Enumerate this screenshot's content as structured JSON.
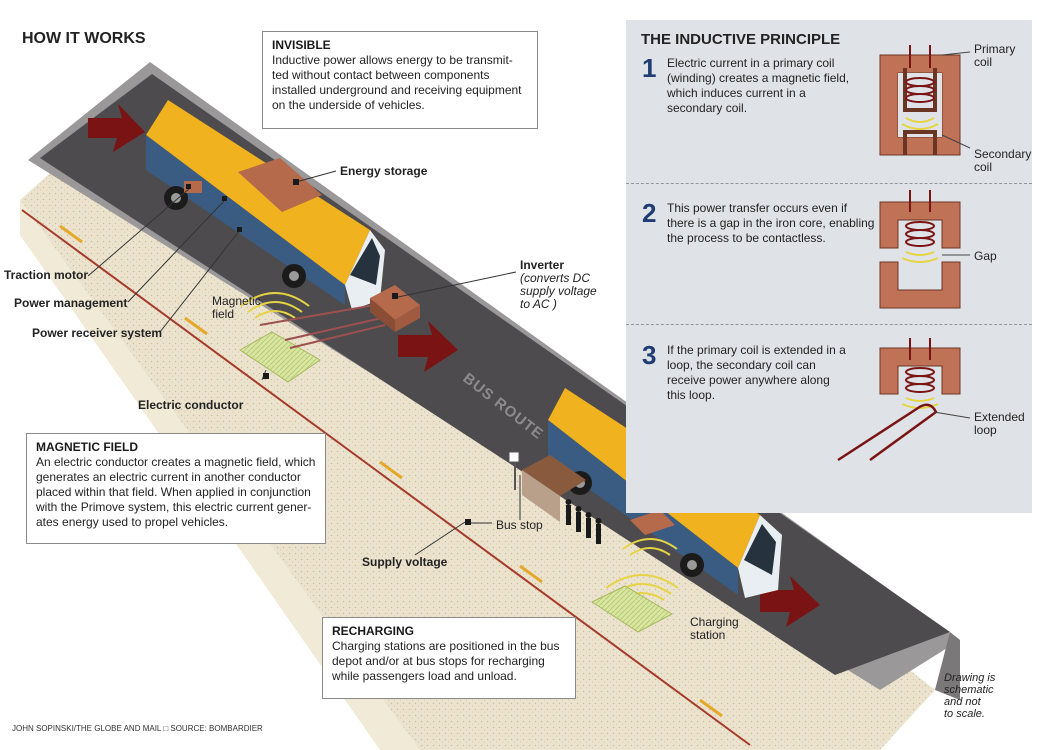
{
  "title": "HOW IT WORKS",
  "colors": {
    "road": "#4d4b4d",
    "bus_body": "#f0b21f",
    "arrow": "#7a1414",
    "supply_line": "#a63a2a",
    "panel": "#dfe3e8",
    "accent_number": "#1f3d73",
    "core": "#c07257"
  },
  "invisible": {
    "heading": "INVISIBLE",
    "body": "Inductive power allows energy to be transmit-ted without contact between components installed underground and receiving equipment on the underside of vehicles."
  },
  "labels": {
    "energy_storage": "Energy storage",
    "traction_motor": "Traction motor",
    "power_management": "Power management",
    "power_receiver": "Power receiver system",
    "magnetic_field_1": "Magnetic",
    "magnetic_field_2": "field",
    "electric_conductor": "Electric conductor",
    "inverter": "Inverter",
    "inverter_note_1": "(converts DC",
    "inverter_note_2": "supply voltage",
    "inverter_note_3": "to AC )",
    "bus_route": "BUS ROUTE",
    "bus_stop": "Bus stop",
    "supply_voltage": "Supply voltage",
    "charging_station_1": "Charging",
    "charging_station_2": "station"
  },
  "magnetic_field_box": {
    "heading": "MAGNETIC FIELD",
    "body": "An electric conductor creates a magnetic field, which generates an electric current in another conductor placed within that field. When applied in conjunction with the Primove system, this electric current gener-ates energy used to propel vehicles."
  },
  "recharging_box": {
    "heading": "RECHARGING",
    "body": "Charging stations are positioned in the bus depot and/or at bus stops for recharging while passengers load and unload."
  },
  "principle": {
    "title": "THE INDUCTIVE PRINCIPLE",
    "steps": [
      {
        "number": "1",
        "text": "Electric current in a primary coil (winding) creates a magnetic field, which induces current in a secondary coil."
      },
      {
        "number": "2",
        "text": "This power transfer occurs even if there is a gap in the iron core, enabling the process to be contactless."
      },
      {
        "number": "3",
        "text": "If the primary coil is extended in a loop, the secondary coil can receive power anywhere along this loop."
      }
    ],
    "coil_labels": {
      "primary_1": "Primary",
      "primary_2": "coil",
      "secondary_1": "Secondary",
      "secondary_2": "coil",
      "gap": "Gap",
      "extended_1": "Extended",
      "extended_2": "loop"
    }
  },
  "note": [
    "Drawing is",
    "schematic",
    "and not",
    "to scale."
  ],
  "credit": "JOHN SOPINSKI/THE GLOBE AND MAIL",
  "source": "SOURCE: BOMBARDIER"
}
